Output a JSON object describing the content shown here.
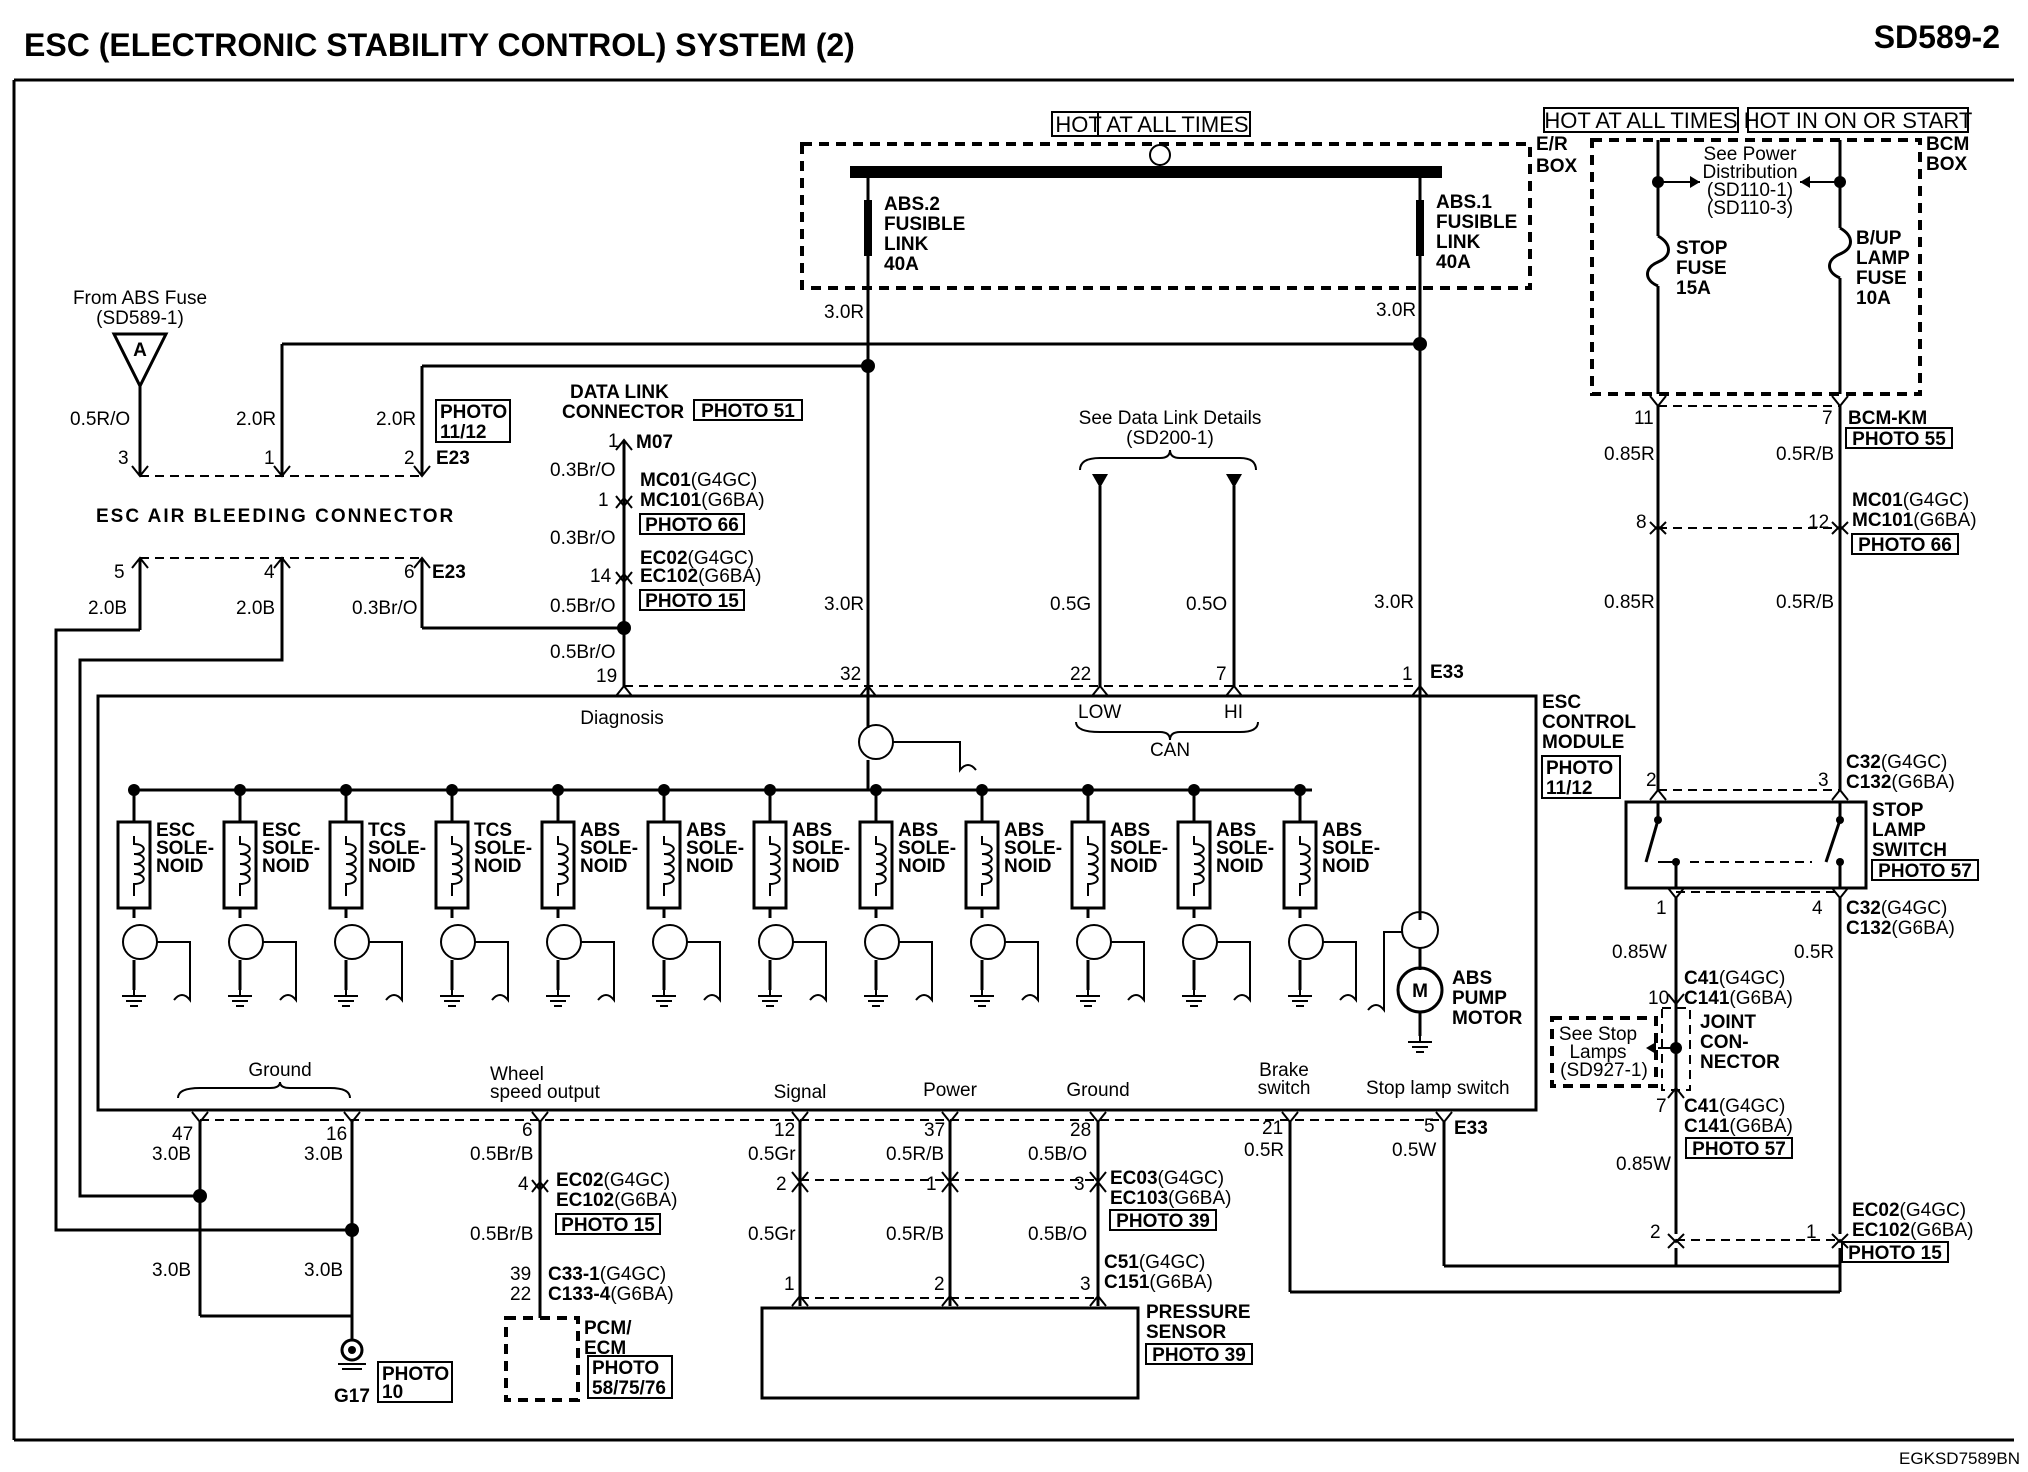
{
  "page": {
    "title": "ESC (ELECTRONIC STABILITY CONTROL) SYSTEM (2)",
    "code": "SD589-2",
    "footer_code": "EGKSD7589BN"
  },
  "power": {
    "hot_at_all_times": "HOT AT ALL TIMES",
    "hot_in_on_or_start": "HOT IN ON OR START",
    "er_box": [
      "E/R",
      "BOX"
    ],
    "bcm_box": [
      "BCM",
      "BOX"
    ],
    "abs2_link": [
      "ABS.2",
      "FUSIBLE",
      "LINK",
      "40A"
    ],
    "abs1_link": [
      "ABS.1",
      "FUSIBLE",
      "LINK",
      "40A"
    ],
    "see_power": [
      "See Power",
      "Distribution",
      "(SD110-1)",
      "(SD110-3)"
    ],
    "stop_fuse": [
      "STOP",
      "FUSE",
      "15A"
    ],
    "bup_fuse": [
      "B/UP",
      "LAMP",
      "FUSE",
      "10A"
    ],
    "wire_30r": "3.0R"
  },
  "abs_fuse": {
    "label": "From ABS Fuse",
    "ref": "(SD589-1)",
    "connector_letter": "A"
  },
  "air_bleed": {
    "title": "ESC AIR BLEEDING CONNECTOR",
    "top_pins": [
      "3",
      "1",
      "2"
    ],
    "top_wires": [
      "0.5R/O",
      "2.0R",
      "2.0R"
    ],
    "top_conn": "E23",
    "bottom_pins": [
      "5",
      "4",
      "6"
    ],
    "bottom_wires": [
      "2.0B",
      "2.0B",
      "0.3Br/O"
    ],
    "bottom_conn": "E23",
    "photo": [
      "PHOTO",
      "11/12"
    ]
  },
  "data_link": {
    "title": [
      "DATA LINK",
      "CONNECTOR"
    ],
    "photo": "PHOTO 51",
    "pin": "1",
    "conn": "M07",
    "wire1": "0.3Br/O",
    "mc_pin": "1",
    "mc01": "MC01",
    "mc01_var": "(G4GC)",
    "mc101": "MC101",
    "mc101_var": "(G6BA)",
    "photo66": "PHOTO 66",
    "wire2": "0.3Br/O",
    "ec_pin": "14",
    "ec02": "EC02",
    "ec02_var": "(G4GC)",
    "ec102": "EC102",
    "ec102_var": "(G6BA)",
    "photo15": "PHOTO 15",
    "wire3": "0.5Br/O",
    "wire4": "0.5Br/O",
    "module_pin": "19"
  },
  "can": {
    "see": "See Data Link Details",
    "ref": "(SD200-1)",
    "wire_low": "0.5G",
    "wire_hi": "0.5O",
    "pin_low": "22",
    "pin_hi": "7",
    "low": "LOW",
    "hi": "HI",
    "can": "CAN"
  },
  "module": {
    "name": [
      "ESC",
      "CONTROL",
      "MODULE"
    ],
    "photo": [
      "PHOTO",
      "11/12"
    ],
    "pin32": "32",
    "pin1": "1",
    "conn_top": "E33",
    "wire_left": "3.0R",
    "wire_right": "3.0R",
    "diagnosis": "Diagnosis",
    "solenoids": [
      [
        "ESC",
        "SOLE-",
        "NOID"
      ],
      [
        "ESC",
        "SOLE-",
        "NOID"
      ],
      [
        "TCS",
        "SOLE-",
        "NOID"
      ],
      [
        "TCS",
        "SOLE-",
        "NOID"
      ],
      [
        "ABS",
        "SOLE-",
        "NOID"
      ],
      [
        "ABS",
        "SOLE-",
        "NOID"
      ],
      [
        "ABS",
        "SOLE-",
        "NOID"
      ],
      [
        "ABS",
        "SOLE-",
        "NOID"
      ],
      [
        "ABS",
        "SOLE-",
        "NOID"
      ],
      [
        "ABS",
        "SOLE-",
        "NOID"
      ],
      [
        "ABS",
        "SOLE-",
        "NOID"
      ],
      [
        "ABS",
        "SOLE-",
        "NOID"
      ]
    ],
    "pump_motor": [
      "ABS",
      "PUMP",
      "MOTOR"
    ],
    "motor_letter": "M",
    "bottom_labels": {
      "ground": "Ground",
      "wheel": [
        "Wheel",
        "speed output"
      ],
      "signal": "Signal",
      "power": "Power",
      "ground2": "Ground",
      "brake": [
        "Brake",
        "switch"
      ],
      "stop": "Stop lamp switch"
    },
    "bottom_pins": [
      "47",
      "16",
      "6",
      "12",
      "37",
      "28",
      "21",
      "5"
    ],
    "conn_bottom": "E33"
  },
  "ground": {
    "wires_top": [
      "3.0B",
      "3.0B"
    ],
    "wires_bottom": [
      "3.0B",
      "3.0B"
    ],
    "name": "G17",
    "photo": [
      "PHOTO",
      "10"
    ]
  },
  "wheel_speed": {
    "wire1": "0.5Br/B",
    "pin_ec": "4",
    "ec02": "EC02",
    "ec02_var": "(G4GC)",
    "ec102": "EC102",
    "ec102_var": "(G6BA)",
    "photo15": "PHOTO 15",
    "wire2": "0.5Br/B",
    "pin39": "39",
    "pin22": "22",
    "c33": "C33-1",
    "c33_var": "(G4GC)",
    "c133": "C133-4",
    "c133_var": "(G6BA)",
    "pcm": [
      "PCM/",
      "ECM"
    ],
    "photo": [
      "PHOTO",
      "58/75/76"
    ]
  },
  "pressure": {
    "wires1": [
      "0.5Gr",
      "0.5R/B",
      "0.5B/O"
    ],
    "pins_ec": [
      "2",
      "1",
      "3"
    ],
    "ec03": "EC03",
    "ec03_var": "(G4GC)",
    "ec103": "EC103",
    "ec103_var": "(G6BA)",
    "photo39a": "PHOTO 39",
    "wires2": [
      "0.5Gr",
      "0.5R/B",
      "0.5B/O"
    ],
    "pins_c": [
      "1",
      "2",
      "3"
    ],
    "c51": "C51",
    "c51_var": "(G4GC)",
    "c151": "C151",
    "c151_var": "(G6BA)",
    "name": [
      "PRESSURE",
      "SENSOR"
    ],
    "photo39b": "PHOTO 39"
  },
  "switch_side": {
    "wire_brake": "0.5R",
    "wire_stop": "0.5W",
    "bcm_pins": [
      "11",
      "7"
    ],
    "bcm_km": "BCM-KM",
    "photo55": "PHOTO 55",
    "wire_085r": "0.85R",
    "wire_05rb": "0.5R/B",
    "mc_pins": [
      "8",
      "12"
    ],
    "mc01": "MC01",
    "mc01_var": "(G4GC)",
    "mc101": "MC101",
    "mc101_var": "(G6BA)",
    "photo66": "PHOTO 66",
    "sw_pins_top": [
      "2",
      "3"
    ],
    "c32": "C32",
    "c32_var": "(G4GC)",
    "c132": "C132",
    "c132_var": "(G6BA)",
    "stop_switch": [
      "STOP",
      "LAMP",
      "SWITCH"
    ],
    "photo57": "PHOTO 57",
    "sw_pins_bottom": [
      "1",
      "4"
    ],
    "wire_085w": "0.85W",
    "wire_05r": "0.5R",
    "c41_pin": "10",
    "c41": "C41",
    "c41_var": "(G4GC)",
    "c141": "C141",
    "c141_var": "(G6BA)",
    "see_stop": [
      "See Stop",
      "Lamps",
      "(SD927-1)"
    ],
    "joint": [
      "JOINT",
      "CON-",
      "NECTOR"
    ],
    "c41_pin2": "7",
    "photo57b": "PHOTO 57",
    "ec_pins": [
      "2",
      "1"
    ],
    "ec02": "EC02",
    "ec02_var": "(G4GC)",
    "ec102": "EC102",
    "ec102_var": "(G6BA)",
    "photo15": "PHOTO 15"
  }
}
